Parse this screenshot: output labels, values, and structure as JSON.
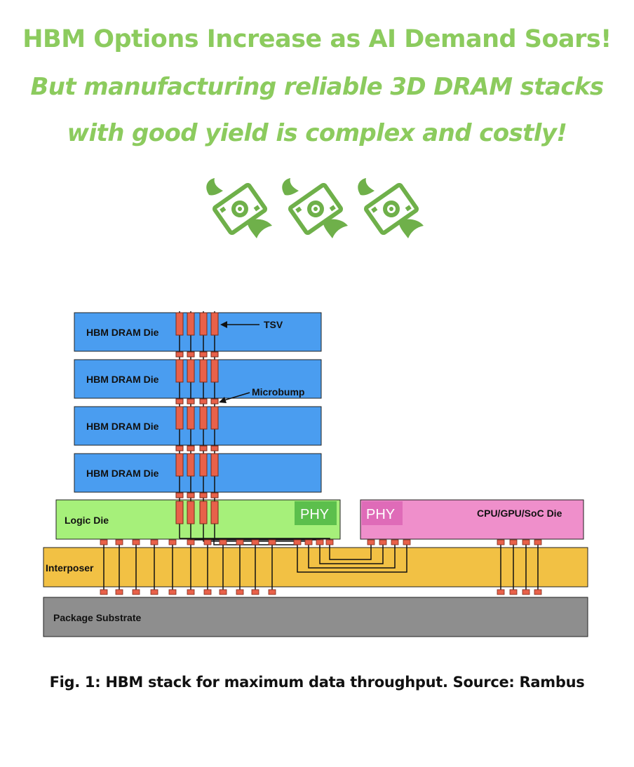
{
  "headline": {
    "line1": "HBM Options Increase as AI Demand Soars!",
    "line2": "But manufacturing reliable 3D DRAM stacks",
    "line3": "with good yield is complex and costly!"
  },
  "icons": [
    "flying-money-icon",
    "flying-money-icon",
    "flying-money-icon"
  ],
  "diagram": {
    "dram_dies": [
      "HBM DRAM Die",
      "HBM DRAM Die",
      "HBM DRAM Die",
      "HBM DRAM Die"
    ],
    "tsv_label": "TSV",
    "microbump_label": "Microbump",
    "logic_die": "Logic Die",
    "phy_left": "PHY",
    "phy_right": "PHY",
    "soc_die": "CPU/GPU/SoC Die",
    "interposer": "Interposer",
    "substrate": "Package Substrate"
  },
  "colors": {
    "headline": "#8ccb5e",
    "dram": "#4a9df0",
    "logic": "#a6f07a",
    "phy_left": "#5cbf4c",
    "soc": "#ef8fcb",
    "phy_right": "#df6bb8",
    "interposer": "#f2c144",
    "substrate": "#8e8e8e",
    "tsv": "#e8614a"
  },
  "caption": "Fig. 1: HBM stack for maximum data throughput. Source: Rambus"
}
